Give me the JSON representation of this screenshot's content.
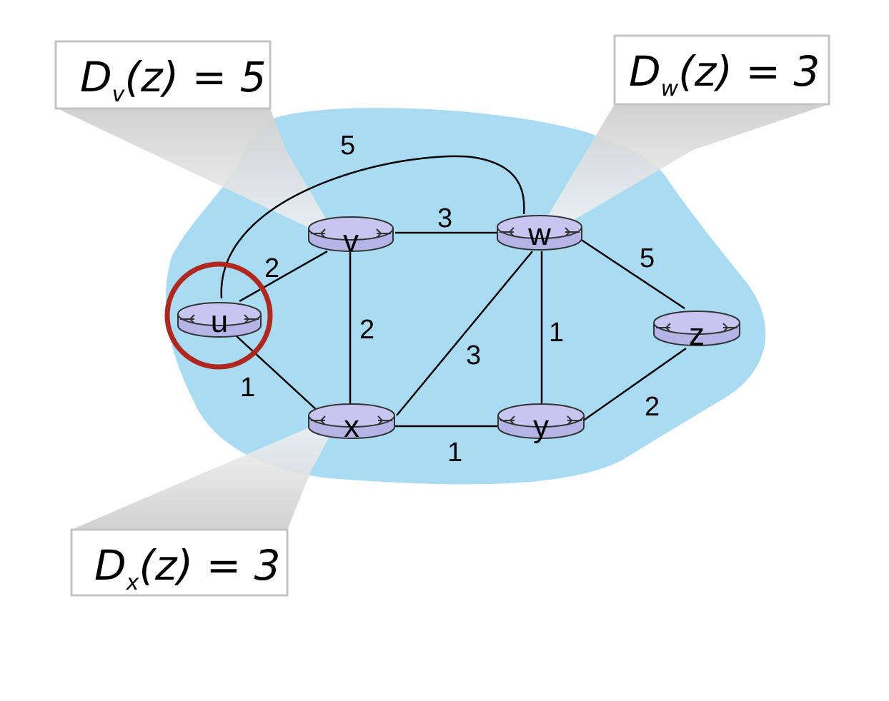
{
  "graph": {
    "nodes": [
      {
        "id": "u",
        "label": "u"
      },
      {
        "id": "v",
        "label": "v"
      },
      {
        "id": "w",
        "label": "w"
      },
      {
        "id": "x",
        "label": "x"
      },
      {
        "id": "y",
        "label": "y"
      },
      {
        "id": "z",
        "label": "z"
      }
    ],
    "edges": [
      {
        "from": "u",
        "to": "v",
        "weight": "2"
      },
      {
        "from": "u",
        "to": "x",
        "weight": "1"
      },
      {
        "from": "u",
        "to": "w",
        "weight": "5"
      },
      {
        "from": "v",
        "to": "w",
        "weight": "3"
      },
      {
        "from": "v",
        "to": "x",
        "weight": "2"
      },
      {
        "from": "x",
        "to": "w",
        "weight": "3"
      },
      {
        "from": "x",
        "to": "y",
        "weight": "1"
      },
      {
        "from": "w",
        "to": "y",
        "weight": "1"
      },
      {
        "from": "w",
        "to": "z",
        "weight": "5"
      },
      {
        "from": "y",
        "to": "z",
        "weight": "2"
      }
    ],
    "highlighted_node": "u"
  },
  "callouts": {
    "v": {
      "prefix": "D",
      "sub": "v",
      "suffix": "(z) = 5"
    },
    "w": {
      "prefix": "D",
      "sub": "w",
      "suffix": "(z) = 3"
    },
    "x": {
      "prefix": "D",
      "sub": "x",
      "suffix": "(z) = 3"
    }
  },
  "colors": {
    "cloud": "#a9dcf2",
    "router_top": "#c6c6f0",
    "router_body": "#b4b4e6",
    "highlight_ring": "#b0271d",
    "callout_border": "#c4c4c4"
  }
}
